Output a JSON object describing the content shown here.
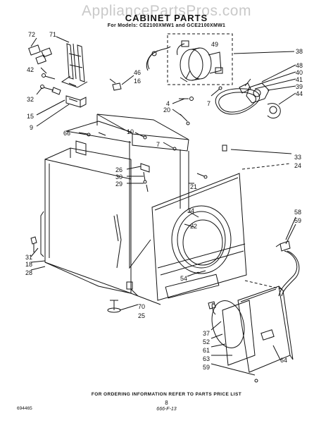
{
  "header": {
    "watermark": "AppliancePartsPros.com",
    "title": "CABINET PARTS",
    "subtitle": "For Models: CE2100XMW1 and GCE2100XMW1"
  },
  "callouts": {
    "n72": "72",
    "n71": "71",
    "n42": "42",
    "n32": "32",
    "n15": "15",
    "n9": "9",
    "n46": "46",
    "n16": "16",
    "n49": "49",
    "n38": "38",
    "n48": "48",
    "n40": "40",
    "n41": "41",
    "n39": "39",
    "n44": "44",
    "n4": "4",
    "n20": "20",
    "n7a": "7",
    "n66": "66",
    "n10": "10",
    "n7b": "7",
    "n26": "26",
    "n30": "30",
    "n29": "29",
    "n21": "21",
    "n33": "33",
    "n24": "24",
    "n34": "34",
    "n22": "22",
    "n58": "58",
    "n59a": "59",
    "n31": "31",
    "n18": "18",
    "n28": "28",
    "n54": "54",
    "n70": "70",
    "n25": "25",
    "n37": "37",
    "n52": "52",
    "n61": "61",
    "n64": "64",
    "n63": "63",
    "n59b": "59"
  },
  "footer": {
    "ordering_note": "FOR ORDERING INFORMATION REFER TO PARTS PRICE LIST",
    "page_number": "8",
    "revision": "666-F-13",
    "doc_code": "694465"
  }
}
